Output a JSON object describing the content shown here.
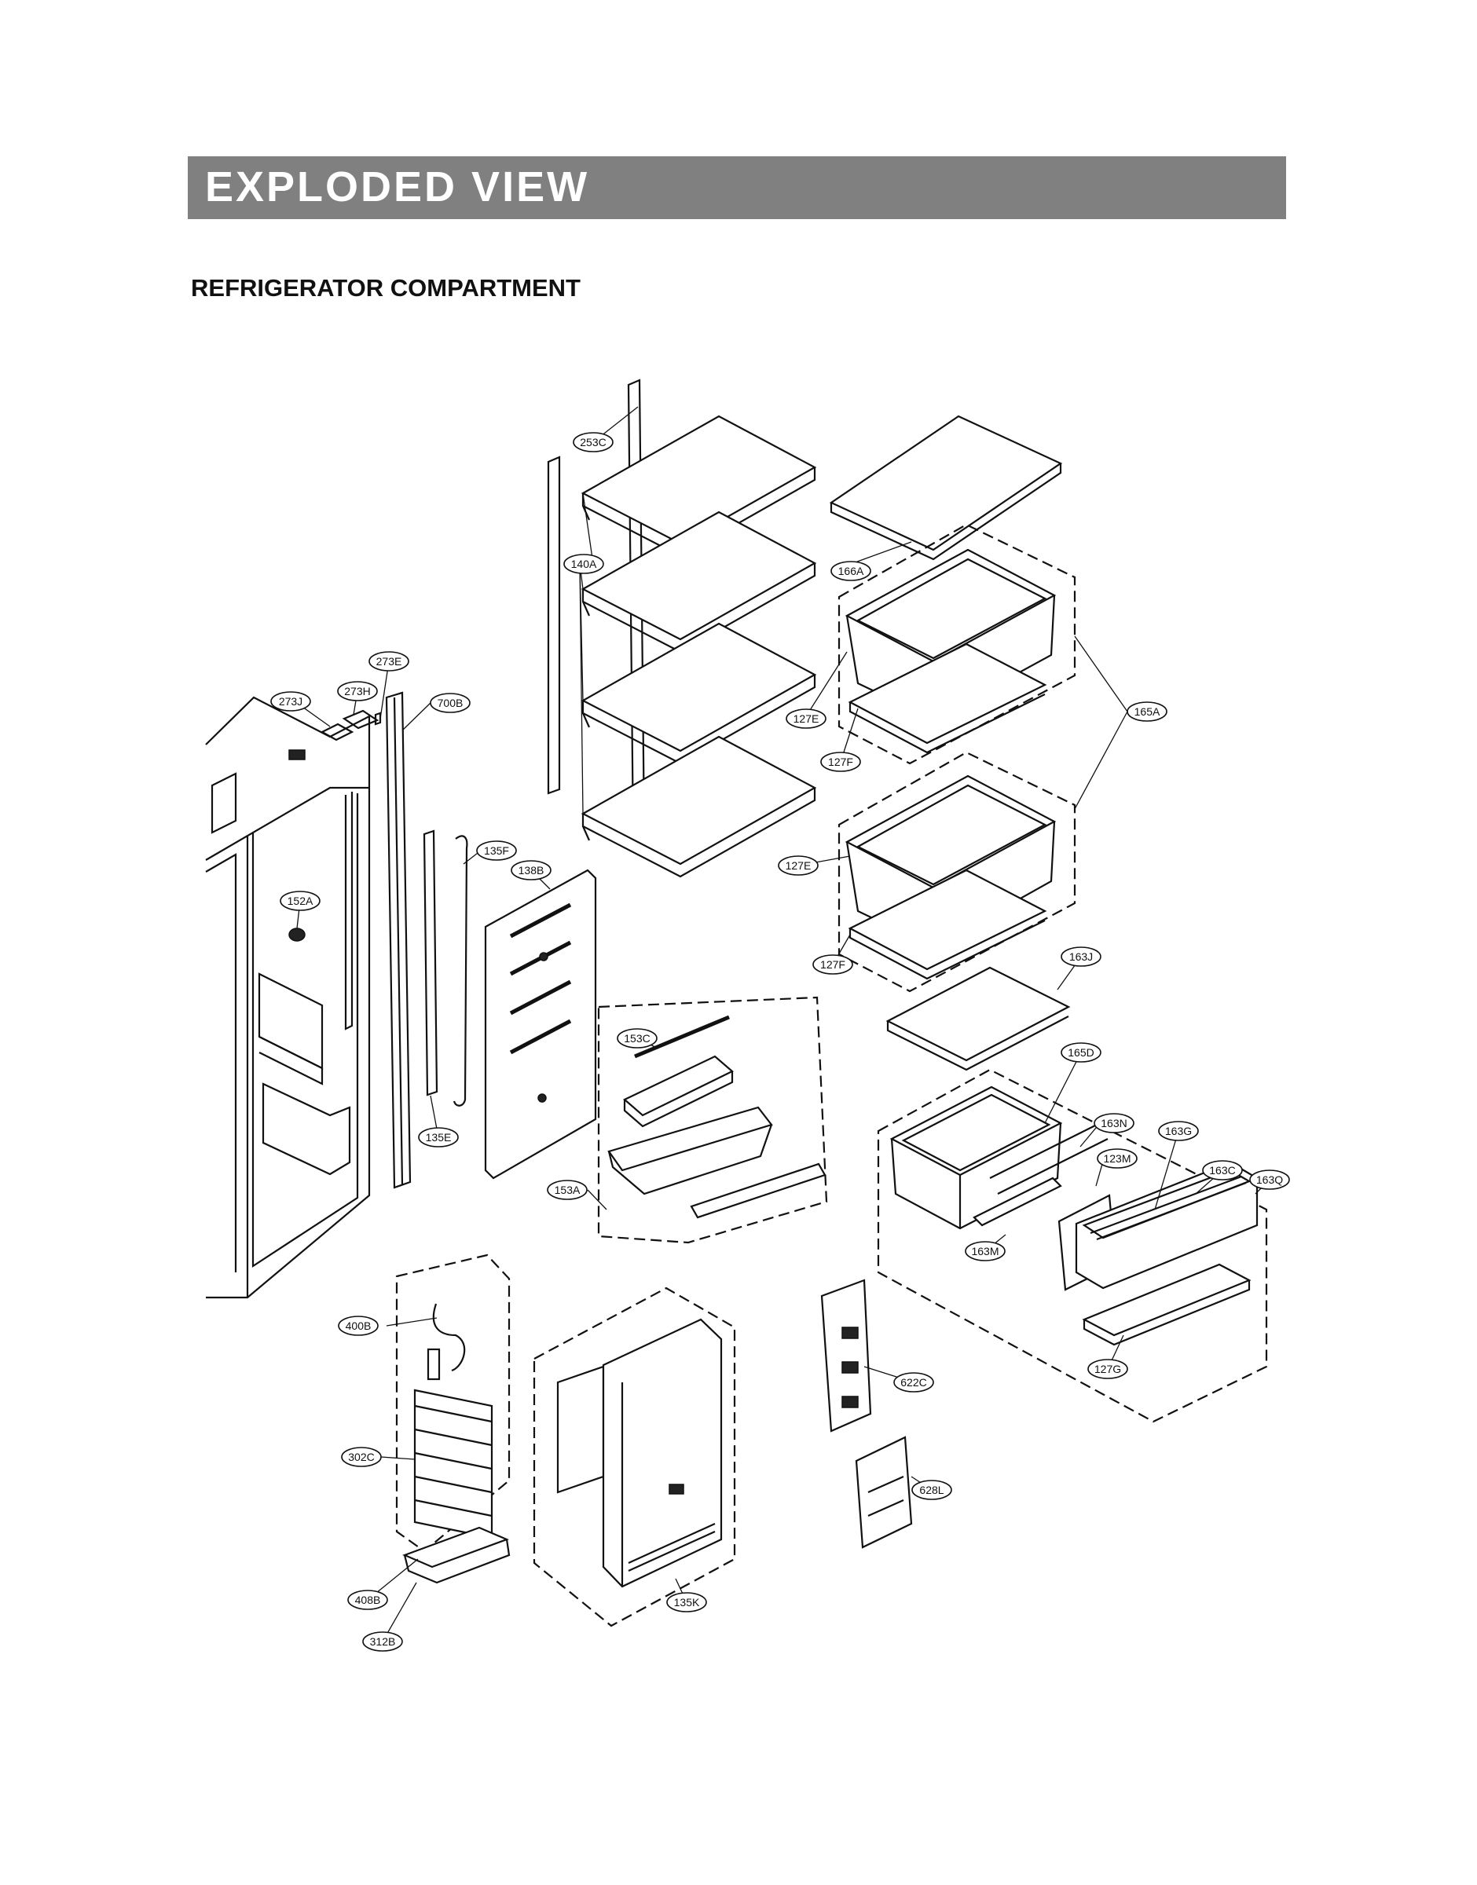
{
  "header": {
    "title": "EXPLODED VIEW",
    "subtitle": "REFRIGERATOR COMPARTMENT"
  },
  "colors": {
    "banner_background": "#808080",
    "banner_text": "#ffffff",
    "line": "#111111"
  },
  "callouts": [
    {
      "id": "c253C",
      "label": "253C"
    },
    {
      "id": "c140A",
      "label": "140A"
    },
    {
      "id": "c166A",
      "label": "166A"
    },
    {
      "id": "c273E",
      "label": "273E"
    },
    {
      "id": "c273J",
      "label": "273J"
    },
    {
      "id": "c273H",
      "label": "273H"
    },
    {
      "id": "c700B",
      "label": "700B"
    },
    {
      "id": "c127E_1",
      "label": "127E"
    },
    {
      "id": "c127F_1",
      "label": "127F"
    },
    {
      "id": "c165A",
      "label": "165A"
    },
    {
      "id": "c135F",
      "label": "135F"
    },
    {
      "id": "c138B",
      "label": "138B"
    },
    {
      "id": "c152A",
      "label": "152A"
    },
    {
      "id": "c127E_2",
      "label": "127E"
    },
    {
      "id": "c127F_2",
      "label": "127F"
    },
    {
      "id": "c163J",
      "label": "163J"
    },
    {
      "id": "c153C",
      "label": "153C"
    },
    {
      "id": "c165D",
      "label": "165D"
    },
    {
      "id": "c135E",
      "label": "135E"
    },
    {
      "id": "c163N",
      "label": "163N"
    },
    {
      "id": "c163G",
      "label": "163G"
    },
    {
      "id": "c123M",
      "label": "123M"
    },
    {
      "id": "c163C",
      "label": "163C"
    },
    {
      "id": "c163Q",
      "label": "163Q"
    },
    {
      "id": "c153A",
      "label": "153A"
    },
    {
      "id": "c163M",
      "label": "163M"
    },
    {
      "id": "c400B",
      "label": "400B"
    },
    {
      "id": "c622C",
      "label": "622C"
    },
    {
      "id": "c127G",
      "label": "127G"
    },
    {
      "id": "c302C",
      "label": "302C"
    },
    {
      "id": "c628L",
      "label": "628L"
    },
    {
      "id": "c408B",
      "label": "408B"
    },
    {
      "id": "c135K",
      "label": "135K"
    },
    {
      "id": "c312B",
      "label": "312B"
    }
  ]
}
